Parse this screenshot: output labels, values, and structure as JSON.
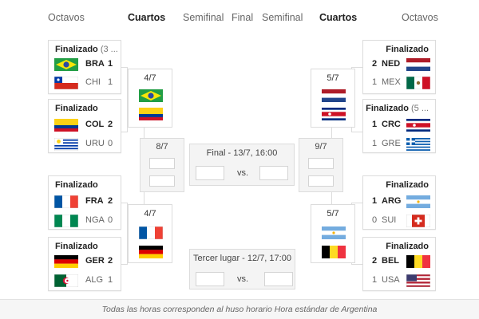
{
  "headers": {
    "octavos_left": "Octavos",
    "cuartos_left": "Cuartos",
    "semifinal_left": "Semifinal",
    "final": "Final",
    "semifinal_right": "Semifinal",
    "cuartos_right": "Cuartos",
    "octavos_right": "Octavos"
  },
  "round_of_16": {
    "left": [
      {
        "status": "Finalizado",
        "status_extra": " (3 ...",
        "teams": [
          {
            "code": "BRA",
            "score": "1",
            "flag": "brazil-flag",
            "winner": true
          },
          {
            "code": "CHI",
            "score": "1",
            "flag": "chile-flag",
            "winner": false
          }
        ]
      },
      {
        "status": "Finalizado",
        "status_extra": "",
        "teams": [
          {
            "code": "COL",
            "score": "2",
            "flag": "colombia-flag",
            "winner": true
          },
          {
            "code": "URU",
            "score": "0",
            "flag": "uruguay-flag",
            "winner": false
          }
        ]
      },
      {
        "status": "Finalizado",
        "status_extra": "",
        "teams": [
          {
            "code": "FRA",
            "score": "2",
            "flag": "france-flag",
            "winner": true
          },
          {
            "code": "NGA",
            "score": "0",
            "flag": "nigeria-flag",
            "winner": false
          }
        ]
      },
      {
        "status": "Finalizado",
        "status_extra": "",
        "teams": [
          {
            "code": "GER",
            "score": "2",
            "flag": "germany-flag",
            "winner": true
          },
          {
            "code": "ALG",
            "score": "1",
            "flag": "algeria-flag",
            "winner": false
          }
        ]
      }
    ],
    "right": [
      {
        "status": "Finalizado",
        "status_extra": "",
        "teams": [
          {
            "code": "NED",
            "score": "2",
            "flag": "netherlands-flag",
            "winner": true
          },
          {
            "code": "MEX",
            "score": "1",
            "flag": "mexico-flag",
            "winner": false
          }
        ]
      },
      {
        "status": "Finalizado",
        "status_extra": " (5 ...",
        "teams": [
          {
            "code": "CRC",
            "score": "1",
            "flag": "costa-rica-flag",
            "winner": true
          },
          {
            "code": "GRE",
            "score": "1",
            "flag": "greece-flag",
            "winner": false
          }
        ]
      },
      {
        "status": "Finalizado",
        "status_extra": "",
        "teams": [
          {
            "code": "ARG",
            "score": "1",
            "flag": "argentina-flag",
            "winner": true
          },
          {
            "code": "SUI",
            "score": "0",
            "flag": "switzerland-flag",
            "winner": false
          }
        ]
      },
      {
        "status": "Finalizado",
        "status_extra": "",
        "teams": [
          {
            "code": "BEL",
            "score": "2",
            "flag": "belgium-flag",
            "winner": true
          },
          {
            "code": "USA",
            "score": "1",
            "flag": "usa-flag",
            "winner": false
          }
        ]
      }
    ]
  },
  "quarter_finals": {
    "left": [
      {
        "date": "4/7",
        "flags": [
          "brazil-flag",
          "colombia-flag"
        ]
      },
      {
        "date": "4/7",
        "flags": [
          "france-flag",
          "germany-flag"
        ]
      }
    ],
    "right": [
      {
        "date": "5/7",
        "flags": [
          "netherlands-flag",
          "costa-rica-flag"
        ]
      },
      {
        "date": "5/7",
        "flags": [
          "argentina-flag",
          "belgium-flag"
        ]
      }
    ]
  },
  "semi_finals": {
    "left": {
      "date": "8/7"
    },
    "right": {
      "date": "9/7"
    }
  },
  "final_match": {
    "title": "Final - 13/7, 16:00",
    "vs": "vs."
  },
  "third_place": {
    "title": "Tercer lugar - 12/7, 17:00",
    "vs": "vs."
  },
  "footer": {
    "text": "Todas las horas corresponden al huso horario Hora estándar de Argentina"
  },
  "colors": {
    "border": "#dcdcdc",
    "placeholder_bg": "#f4f4f4",
    "footer_bg": "#f6f6f6"
  }
}
